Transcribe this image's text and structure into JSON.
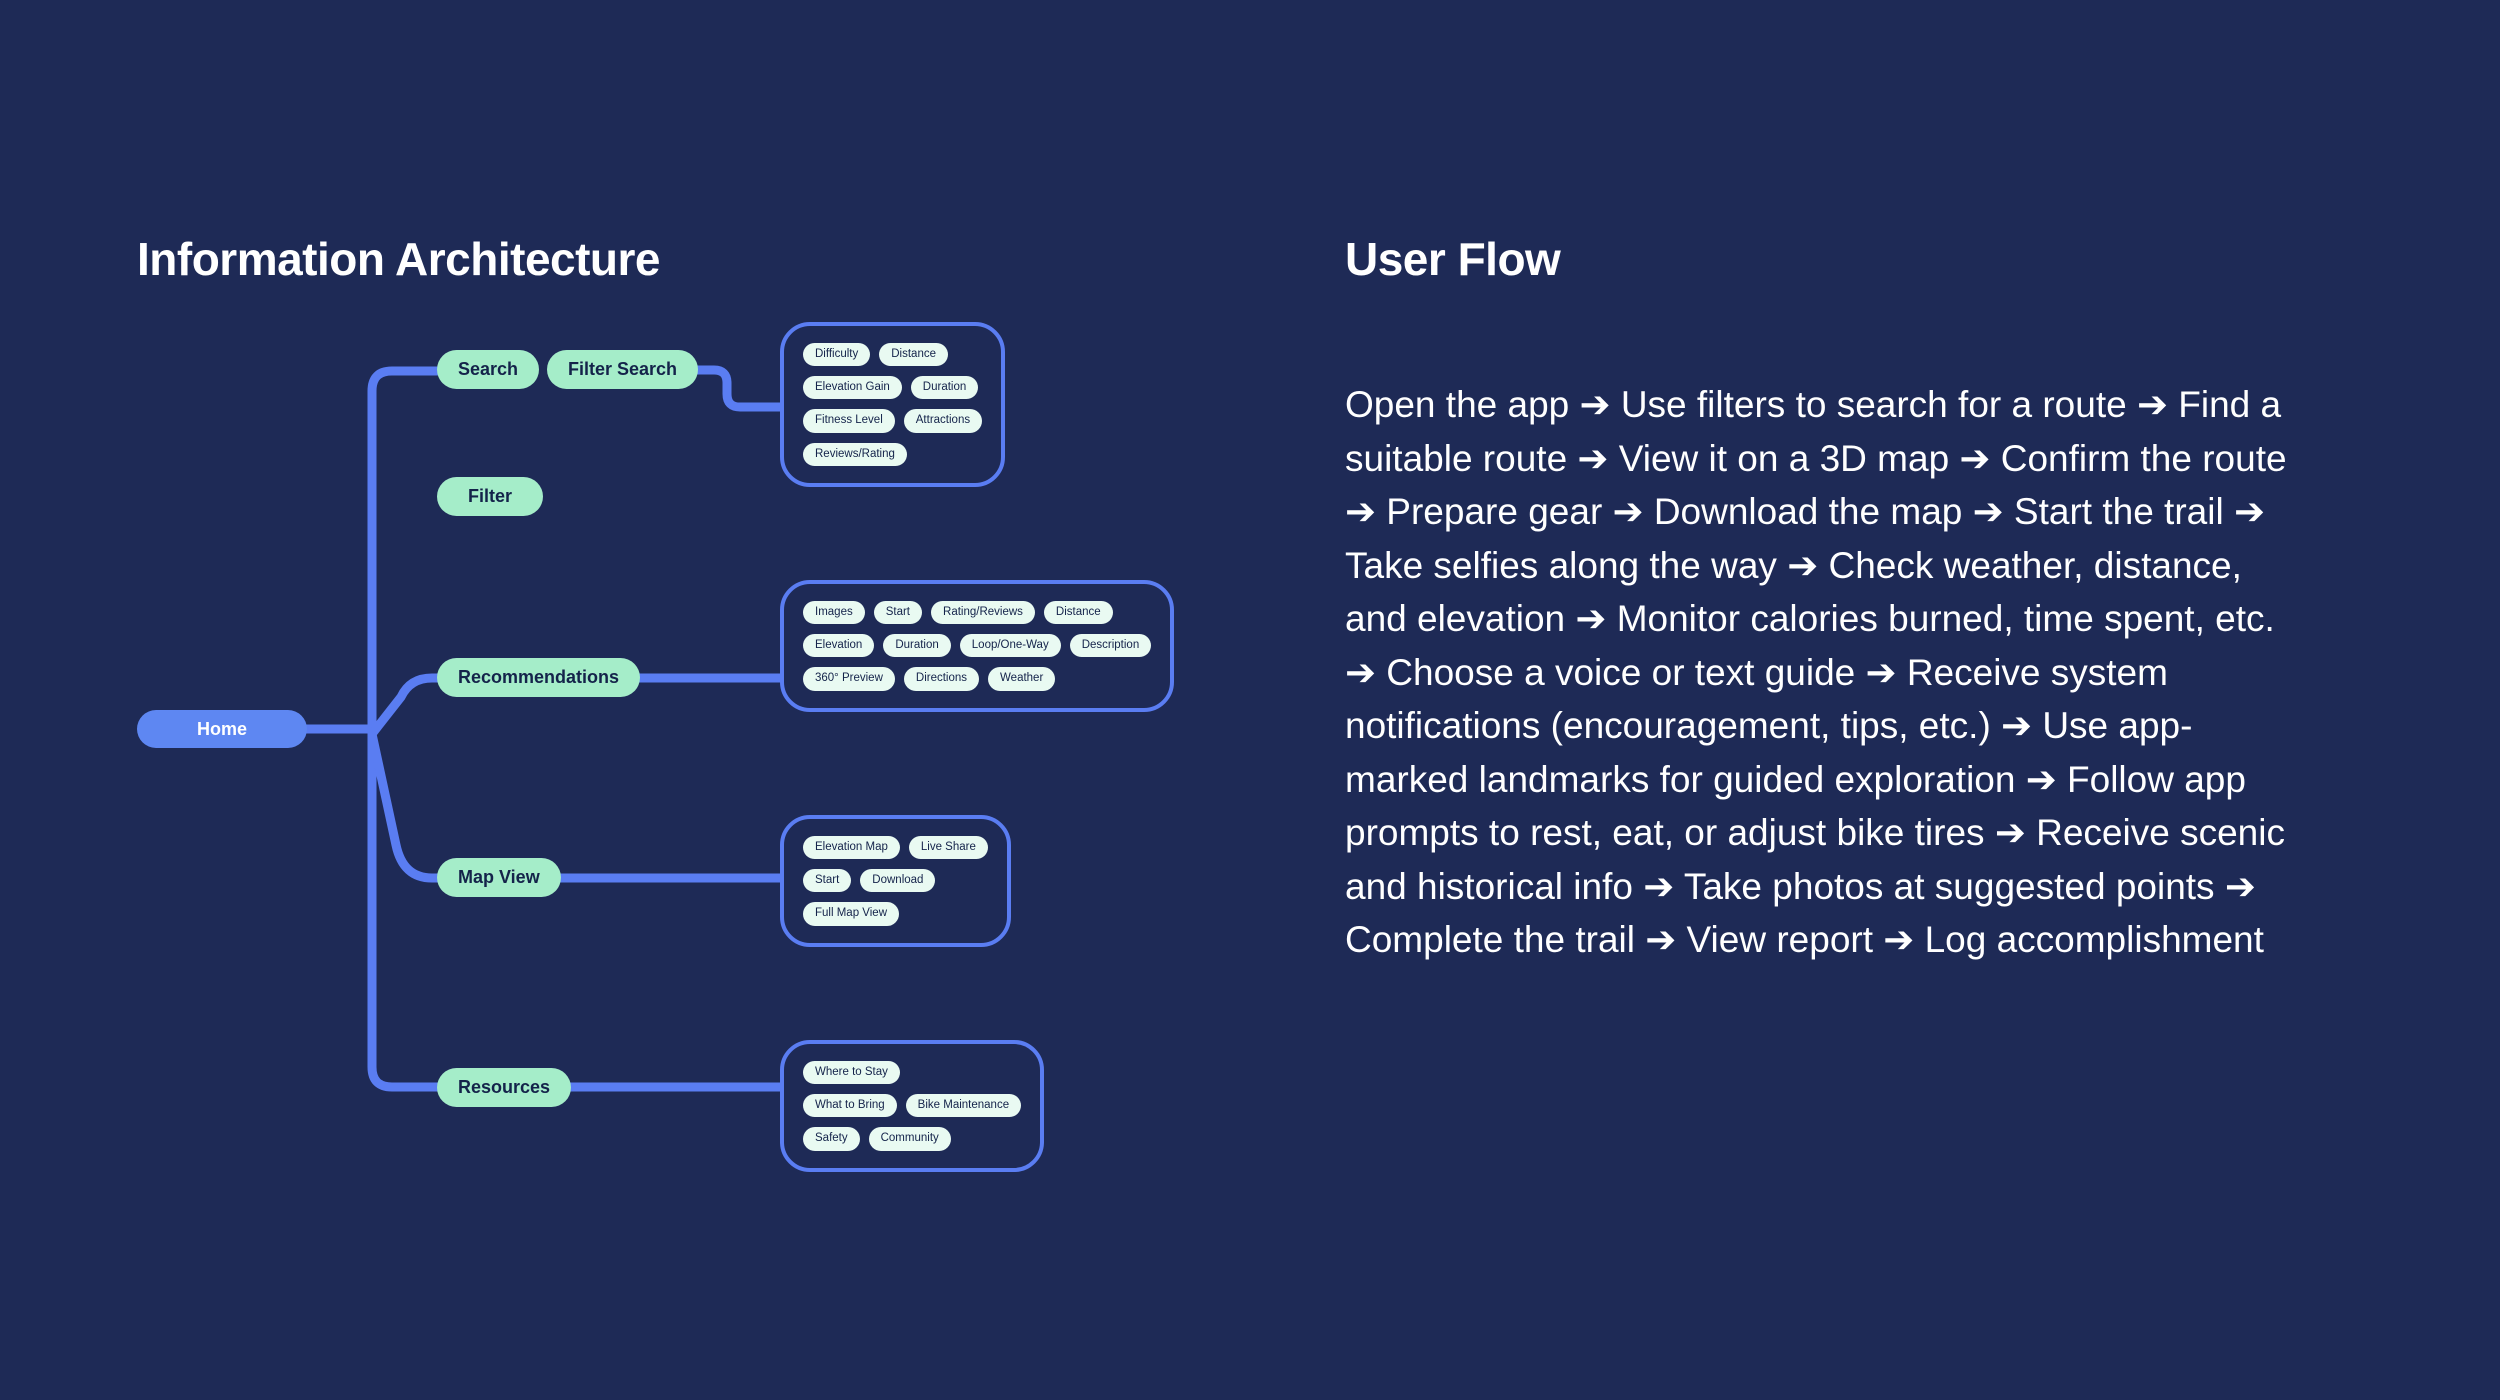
{
  "colors": {
    "background": "#1e2a56",
    "connector_blue": "#5a7df2",
    "home_blue": "#5e87f2",
    "node_mint": "#a5edc9",
    "chip_mint": "#e9faf2",
    "dark_text": "#14234a",
    "white_text": "#ffffff"
  },
  "ia": {
    "title": "Information Architecture",
    "root": {
      "label": "Home"
    },
    "nodes": {
      "search": "Search",
      "filter_search": "Filter Search",
      "filter": "Filter",
      "recommendations": "Recommendations",
      "map_view": "Map View",
      "resources": "Resources"
    },
    "clusters": [
      {
        "parent": "Filter Search",
        "rows": [
          [
            "Difficulty",
            "Distance"
          ],
          [
            "Elevation Gain",
            "Duration"
          ],
          [
            "Fitness Level",
            "Attractions"
          ],
          [
            "Reviews/Rating"
          ]
        ]
      },
      {
        "parent": "Recommendations",
        "rows": [
          [
            "Images",
            "Start",
            "Rating/Reviews",
            "Distance"
          ],
          [
            "Elevation",
            "Duration",
            "Loop/One-Way",
            "Description"
          ],
          [
            "360° Preview",
            "Directions",
            "Weather"
          ]
        ]
      },
      {
        "parent": "Map View",
        "rows": [
          [
            "Elevation Map",
            "Live Share"
          ],
          [
            "Start",
            "Download"
          ],
          [
            "Full Map View"
          ]
        ]
      },
      {
        "parent": "Resources",
        "rows": [
          [
            "Where to Stay"
          ],
          [
            "What to Bring",
            "Bike Maintenance"
          ],
          [
            "Safety",
            "Community"
          ]
        ]
      }
    ]
  },
  "user_flow": {
    "title": "User Flow",
    "arrow": "➔",
    "steps": [
      "Open the app",
      "Use filters to search for a route",
      "Find a suitable route",
      "View it on a 3D map",
      "Confirm the route",
      "Prepare gear",
      "Download the map",
      "Start the trail",
      "Take selfies along the way",
      "Check weather, distance, and elevation",
      "Monitor calories burned, time spent, etc.",
      "Choose a voice or text guide",
      "Receive system notifications (encouragement, tips, etc.)",
      "Use app-marked landmarks for guided exploration",
      "Follow app prompts to rest, eat, or adjust bike tires",
      "Receive scenic and historical info",
      "Take photos at suggested points",
      "Complete the trail",
      "View report",
      "Log accomplishment"
    ]
  }
}
